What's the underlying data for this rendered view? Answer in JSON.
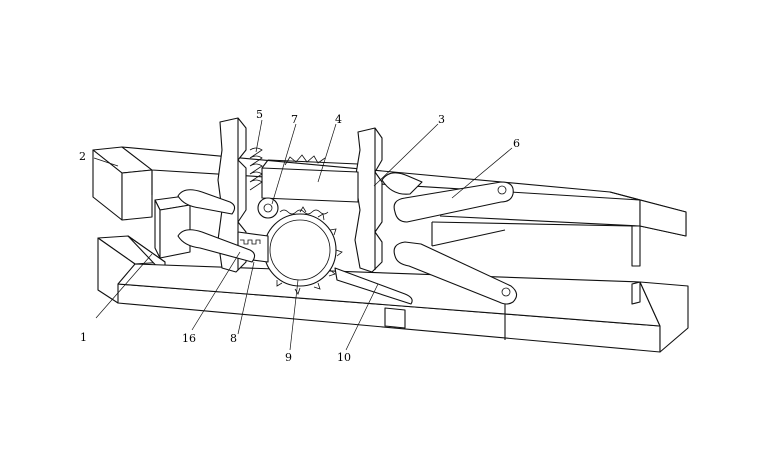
{
  "figure": {
    "part_labels": [
      {
        "id": "1",
        "text": "1"
      },
      {
        "id": "2",
        "text": "2"
      },
      {
        "id": "3",
        "text": "3"
      },
      {
        "id": "4",
        "text": "4"
      },
      {
        "id": "5",
        "text": "5"
      },
      {
        "id": "6",
        "text": "6"
      },
      {
        "id": "7",
        "text": "7"
      },
      {
        "id": "8",
        "text": "8"
      },
      {
        "id": "9",
        "text": "9"
      },
      {
        "id": "10",
        "text": "10"
      },
      {
        "id": "16",
        "text": "16"
      }
    ]
  }
}
